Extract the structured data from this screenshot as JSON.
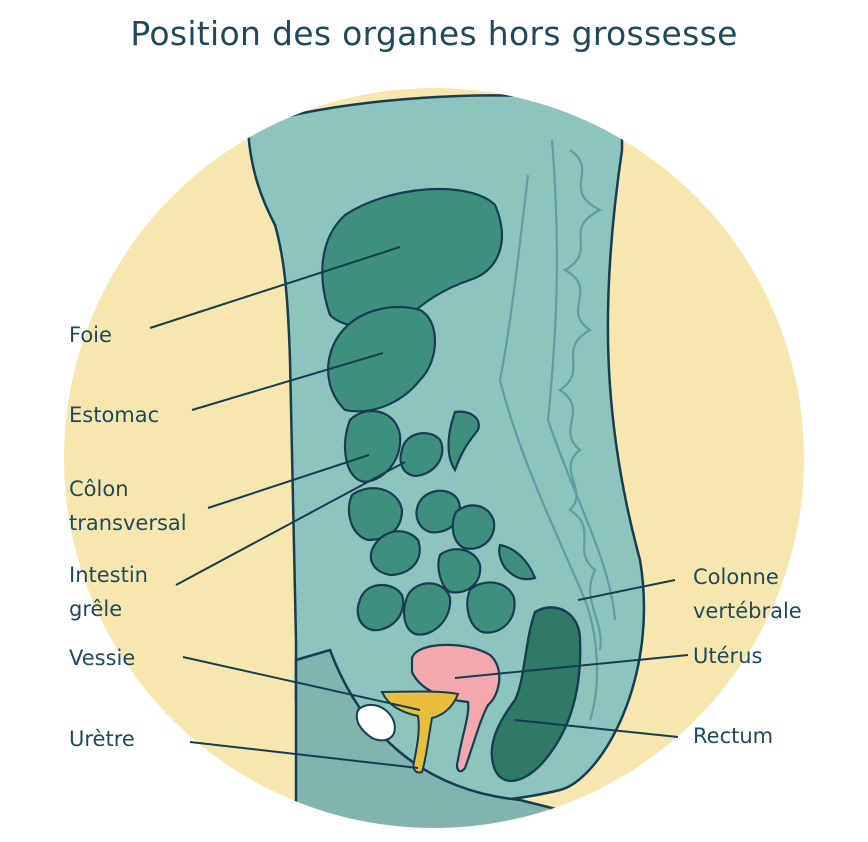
{
  "title": "Position des organes hors grossesse",
  "colors": {
    "title_text": "#1f4a5e",
    "circle": "#f7e6ad",
    "body": "#8ec4be",
    "body_dark": "#7fb5ae",
    "organ": "#3e8f7d",
    "rectum": "#2e7a66",
    "outline": "#173d52",
    "uterus": "#f2a8ad",
    "bladder": "#e8be3a",
    "spine": "#5c9ea1"
  },
  "labels": {
    "foie": "Foie",
    "estomac": "Estomac",
    "colon": "Côlon\ntransversal",
    "intestin": "Intestin\ngrêle",
    "vessie": "Vessie",
    "uretre": "Urètre",
    "colonne": "Colonne\nvertébrale",
    "uterus": "Utérus",
    "rectum": "Rectum"
  }
}
